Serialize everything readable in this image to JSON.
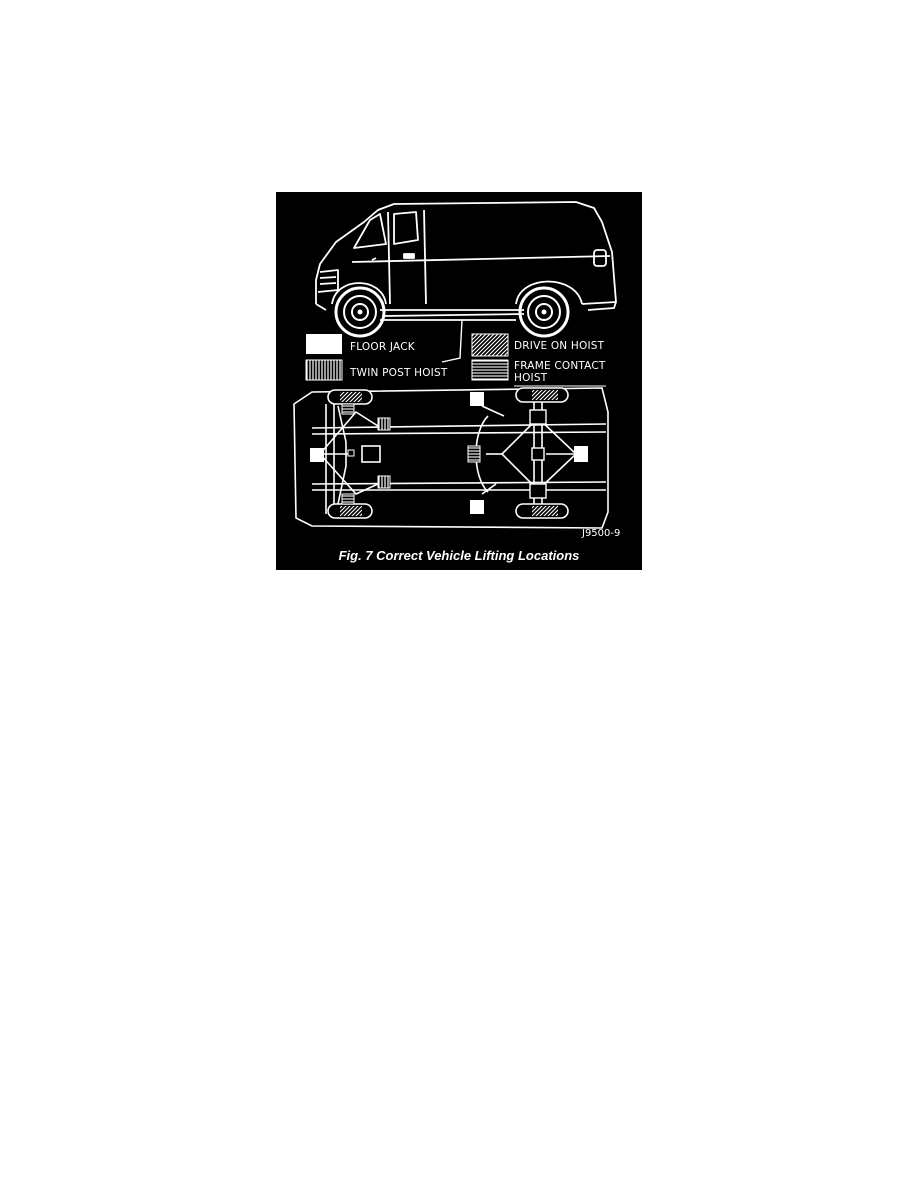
{
  "legend": {
    "floor_jack": "FLOOR JACK",
    "twin_post_hoist": "TWIN POST HOIST",
    "drive_on_hoist": "DRIVE ON HOIST",
    "frame_contact_hoist_line1": "FRAME CONTACT",
    "frame_contact_hoist_line2": "HOIST"
  },
  "figure_code": "J9500-9",
  "caption": "Fig. 7 Correct Vehicle Lifting Locations",
  "colors": {
    "background": "#000000",
    "lines": "#ffffff",
    "page": "#ffffff"
  }
}
